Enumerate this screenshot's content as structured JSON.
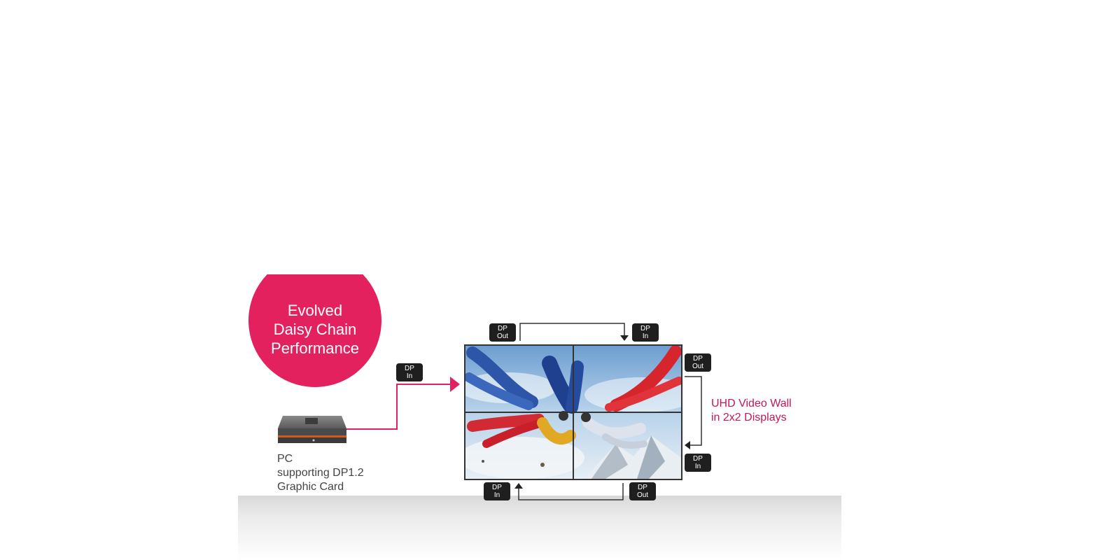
{
  "badge": {
    "text": "Evolved\nDaisy Chain\nPerformance"
  },
  "pc": {
    "label": "PC\nsupporting DP1.2\nGraphic Card"
  },
  "video_wall": {
    "label": "UHD Video Wall\nin 2x2 Displays"
  },
  "ports": {
    "pc_to_wall_in": {
      "line1": "DP",
      "line2": "In"
    },
    "top_left_out": {
      "line1": "DP",
      "line2": "Out"
    },
    "top_right_in": {
      "line1": "DP",
      "line2": "In"
    },
    "right_top_out": {
      "line1": "DP",
      "line2": "Out"
    },
    "right_bottom_in": {
      "line1": "DP",
      "line2": "In"
    },
    "bottom_right_out": {
      "line1": "DP",
      "line2": "Out"
    },
    "bottom_left_in": {
      "line1": "DP",
      "line2": "In"
    }
  },
  "colors": {
    "accent": "#e3215f",
    "label_accent": "#c0185c",
    "line": "#333333",
    "port_bg": "#1f1f1f"
  }
}
